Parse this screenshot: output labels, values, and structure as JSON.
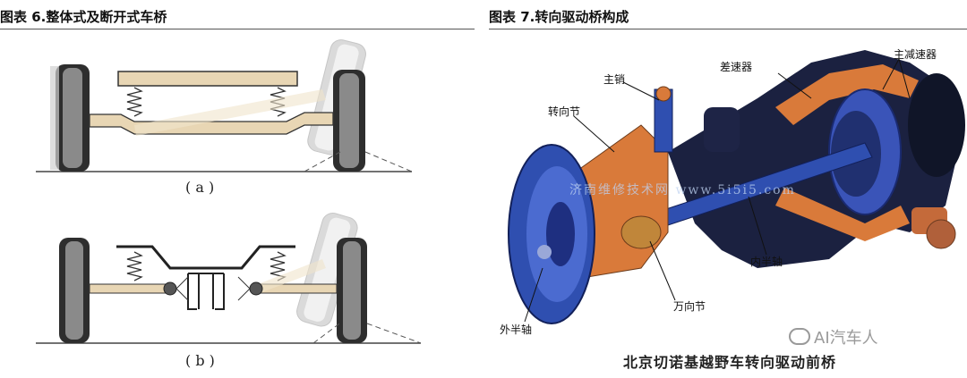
{
  "left": {
    "title": "图表 6.整体式及断开式车桥",
    "label_a": "( a )",
    "label_b": "( b )"
  },
  "right": {
    "title": "图表 7.转向驱动桥构成",
    "labels": {
      "differential": "差速器",
      "final_drive": "主减速器",
      "kingpin": "主销",
      "steering_knuckle": "转向节",
      "inner_half_shaft": "内半轴",
      "universal_joint": "万向节",
      "outer_half_shaft": "外半轴"
    },
    "watermark_url": "济南维修技术网 www.5i5i5.com",
    "caption": "北京切诺基越野车转向驱动前桥",
    "watermark": "AI汽车人"
  },
  "colors": {
    "tire": "#3a3a3a",
    "blue": "#2f4fb0",
    "orange": "#d97a3a",
    "housing": "#1b2140"
  }
}
